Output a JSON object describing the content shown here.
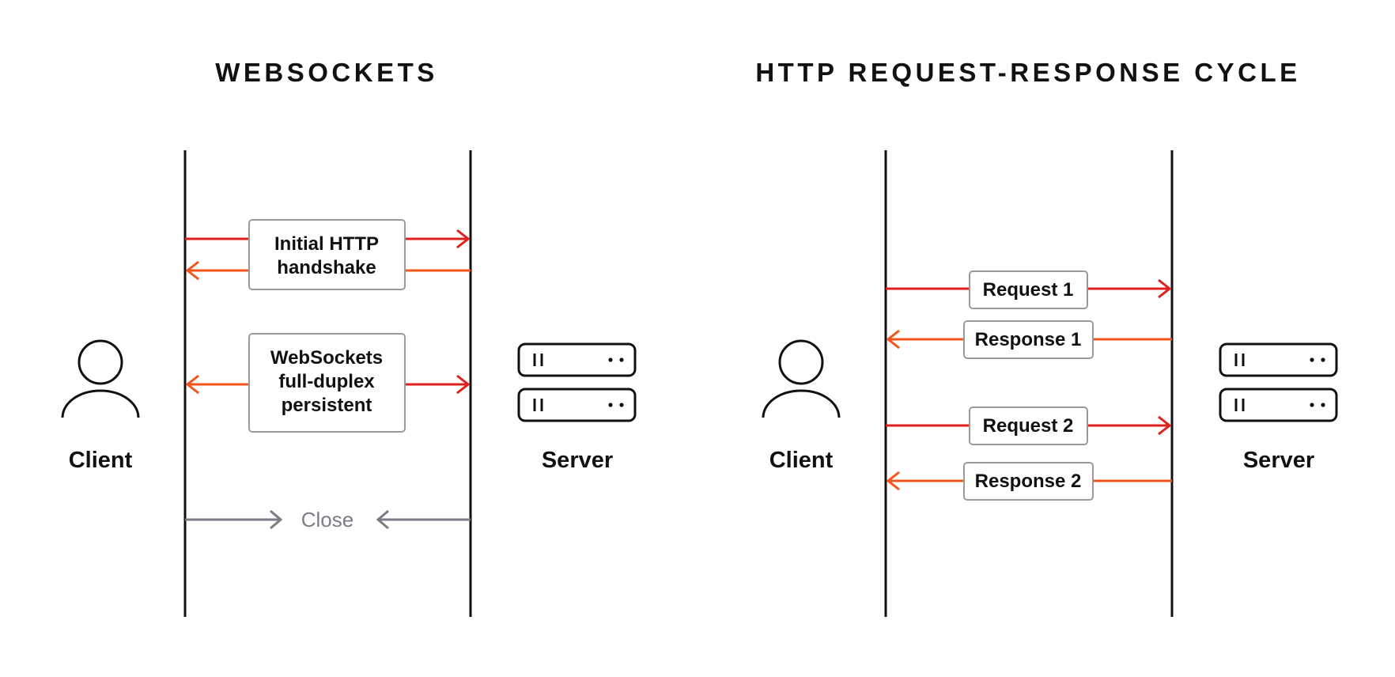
{
  "colors": {
    "request_arrow": "#e0201c",
    "response_arrow": "#f2541b",
    "close_arrow": "#7c7c86",
    "line": "#111111",
    "box_border": "#9a9a9a"
  },
  "icons": {
    "actor": "person-icon",
    "server": "server-rack-icon"
  },
  "websockets": {
    "title": "WEBSOCKETS",
    "client_label": "Client",
    "server_label": "Server",
    "handshake_lines": [
      "Initial HTTP",
      "handshake"
    ],
    "persistent_lines": [
      "WebSockets",
      "full-duplex",
      "persistent"
    ],
    "close_label": "Close"
  },
  "http": {
    "title": "HTTP REQUEST-RESPONSE CYCLE",
    "client_label": "Client",
    "server_label": "Server",
    "messages": [
      {
        "label": "Request 1",
        "direction": "to-server"
      },
      {
        "label": "Response 1",
        "direction": "to-client"
      },
      {
        "label": "Request 2",
        "direction": "to-server"
      },
      {
        "label": "Response 2",
        "direction": "to-client"
      }
    ]
  }
}
